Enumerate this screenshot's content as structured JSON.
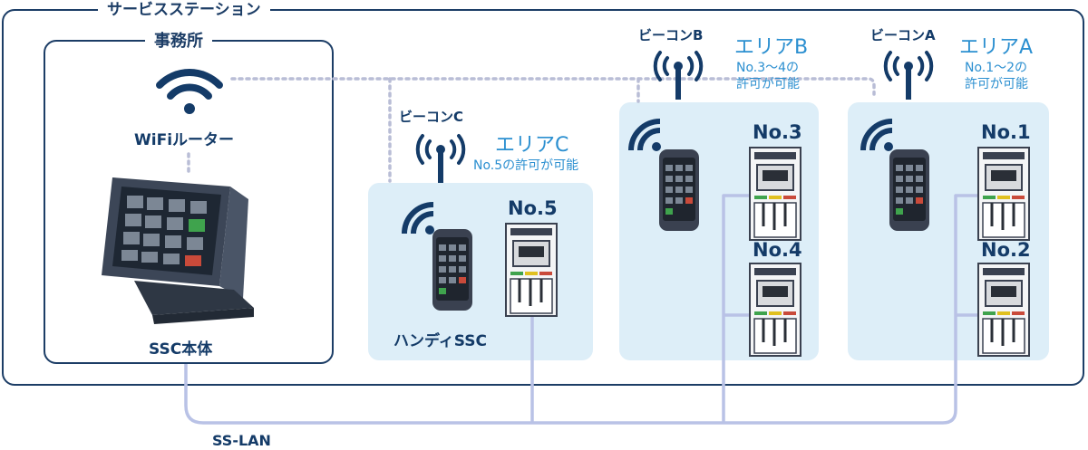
{
  "station": {
    "title": "サービスステーション"
  },
  "office": {
    "title": "事務所",
    "router_label": "WiFiルーター",
    "ssc_label": "SSC本体"
  },
  "network": {
    "lan_label": "SS-LAN"
  },
  "beacons": {
    "c": {
      "name": "ビーコンC"
    },
    "b": {
      "name": "ビーコンB"
    },
    "a": {
      "name": "ビーコンA"
    }
  },
  "areas": {
    "c": {
      "name": "エリアC",
      "permit": "No.5の許可が可能",
      "handy_label": "ハンディSSC",
      "pumps": [
        "No.5"
      ]
    },
    "b": {
      "name": "エリアB",
      "permit_line1": "No.3〜4の",
      "permit_line2": "許可が可能",
      "pumps": [
        "No.3",
        "No.4"
      ]
    },
    "a": {
      "name": "エリアA",
      "permit_line1": "No.1〜2の",
      "permit_line2": "許可が可能",
      "pumps": [
        "No.1",
        "No.2"
      ]
    }
  },
  "colors": {
    "frame": "#1c3d66",
    "area_bg": "#ddeef8",
    "accent": "#2b8fd0",
    "link": "#b9c2e6",
    "dotted": "#b9bdd6"
  },
  "icons": [
    "wifi-icon",
    "beacon-antenna-icon",
    "handheld-terminal-icon",
    "fuel-pump-icon",
    "pos-terminal-icon"
  ]
}
